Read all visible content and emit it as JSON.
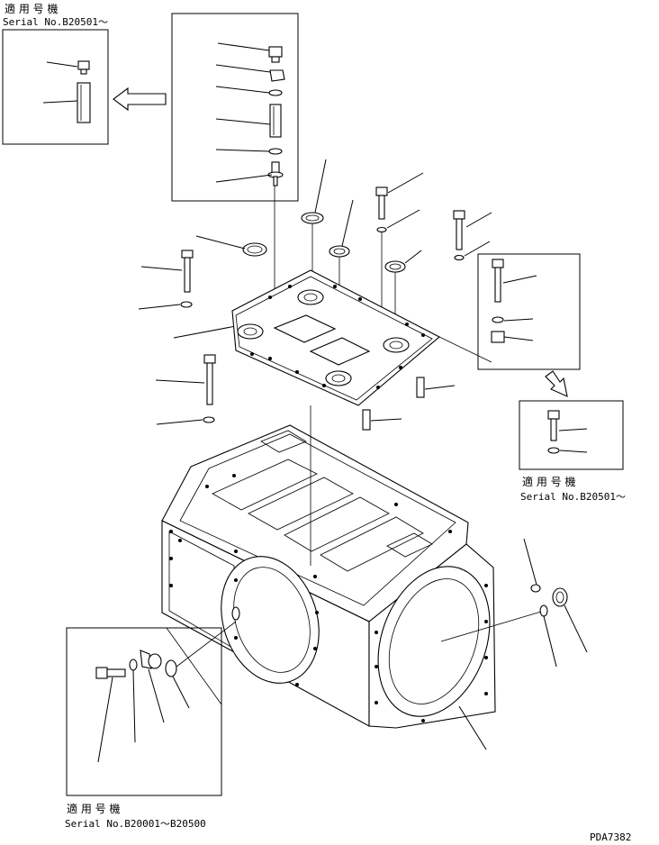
{
  "labels": {
    "top_left_applicability": "適 用 号 機",
    "top_left_serial": "Serial No.B20501～",
    "right_applicability": "適 用 号 機",
    "right_serial": "Serial No.B20501～",
    "bottom_left_applicability": "適 用 号 機",
    "bottom_left_serial": "Serial No.B20001～B20500",
    "drawing_code": "PDA7382"
  }
}
